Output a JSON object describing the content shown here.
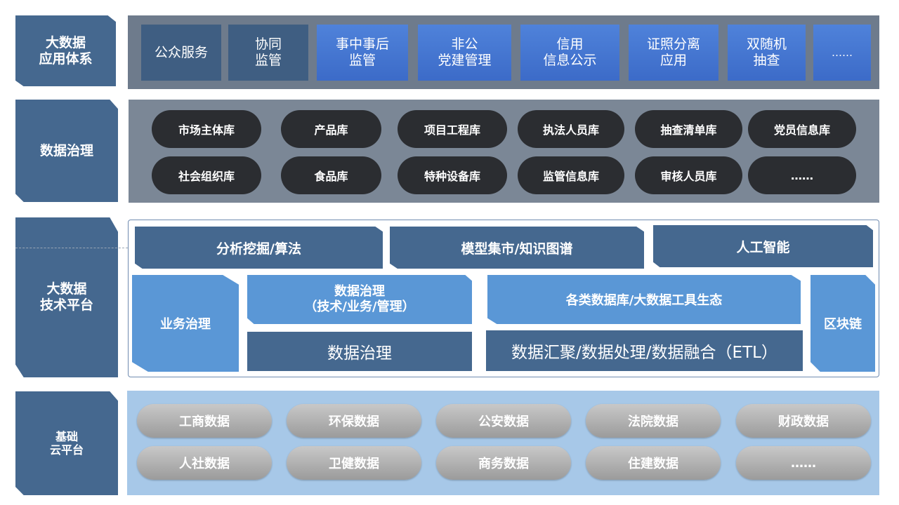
{
  "layers": {
    "apps_label": "大数据\n应用体系",
    "governance_label": "数据治理",
    "tech_label": "大数据\n技术平台",
    "cloud_label": "基础\n云平台"
  },
  "apps": [
    {
      "label": "公众服务"
    },
    {
      "label": "协同\n监管"
    },
    {
      "label": "事中事后\n监管"
    },
    {
      "label": "非公\n党建管理"
    },
    {
      "label": "信用\n信息公示"
    },
    {
      "label": "证照分离\n应用"
    },
    {
      "label": "双随机\n抽查"
    },
    {
      "label": "……"
    }
  ],
  "databases": [
    "市场主体库",
    "产品库",
    "项目工程库",
    "执法人员库",
    "抽查清单库",
    "党员信息库",
    "社会组织库",
    "食品库",
    "特种设备库",
    "监管信息库",
    "审核人员库",
    "……"
  ],
  "tech": {
    "analysis": "分析挖掘/算法",
    "model_market": "模型集市/知识图谱",
    "ai": "人工智能",
    "business_gov": "业务治理",
    "data_gov_title": "数据治理\n（技术/业务/管理）",
    "db_ecosystem": "各类数据库/大数据工具生态",
    "blockchain": "区块链",
    "data_gov": "数据治理",
    "etl": "数据汇聚/数据处理/数据融合（ETL）"
  },
  "sources": [
    "工商数据",
    "环保数据",
    "公安数据",
    "法院数据",
    "财政数据",
    "人社数据",
    "卫健数据",
    "商务数据",
    "住建数据",
    "……"
  ],
  "colors": {
    "label_bg": "#45688f",
    "app_dark": "#3f5e82",
    "app_blue": "#3c6bc8",
    "panel_grey": "#6e7b8c",
    "pill_dark": "#2b2d31",
    "light_blue_module": "#5a97d6",
    "cloud_panel": "#a7c8e8",
    "pill_grey": "#b2b2b2"
  }
}
